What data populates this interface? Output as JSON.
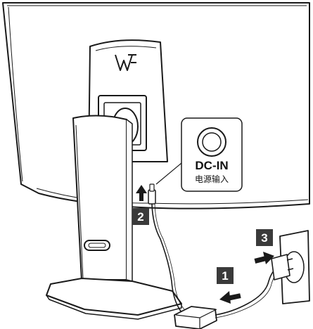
{
  "callout": {
    "port_label": "DC-IN",
    "port_label_cn": "电源输入"
  },
  "steps": [
    {
      "number": "1"
    },
    {
      "number": "2"
    },
    {
      "number": "3"
    }
  ],
  "colors": {
    "ink": "#1a1a1a",
    "badge": "#3a3a3a",
    "badge_text": "#ffffff",
    "background": "#ffffff"
  },
  "icons": [
    "arrow-up-icon",
    "arrow-left-icon",
    "dc-port-icon",
    "logo-icon"
  ]
}
